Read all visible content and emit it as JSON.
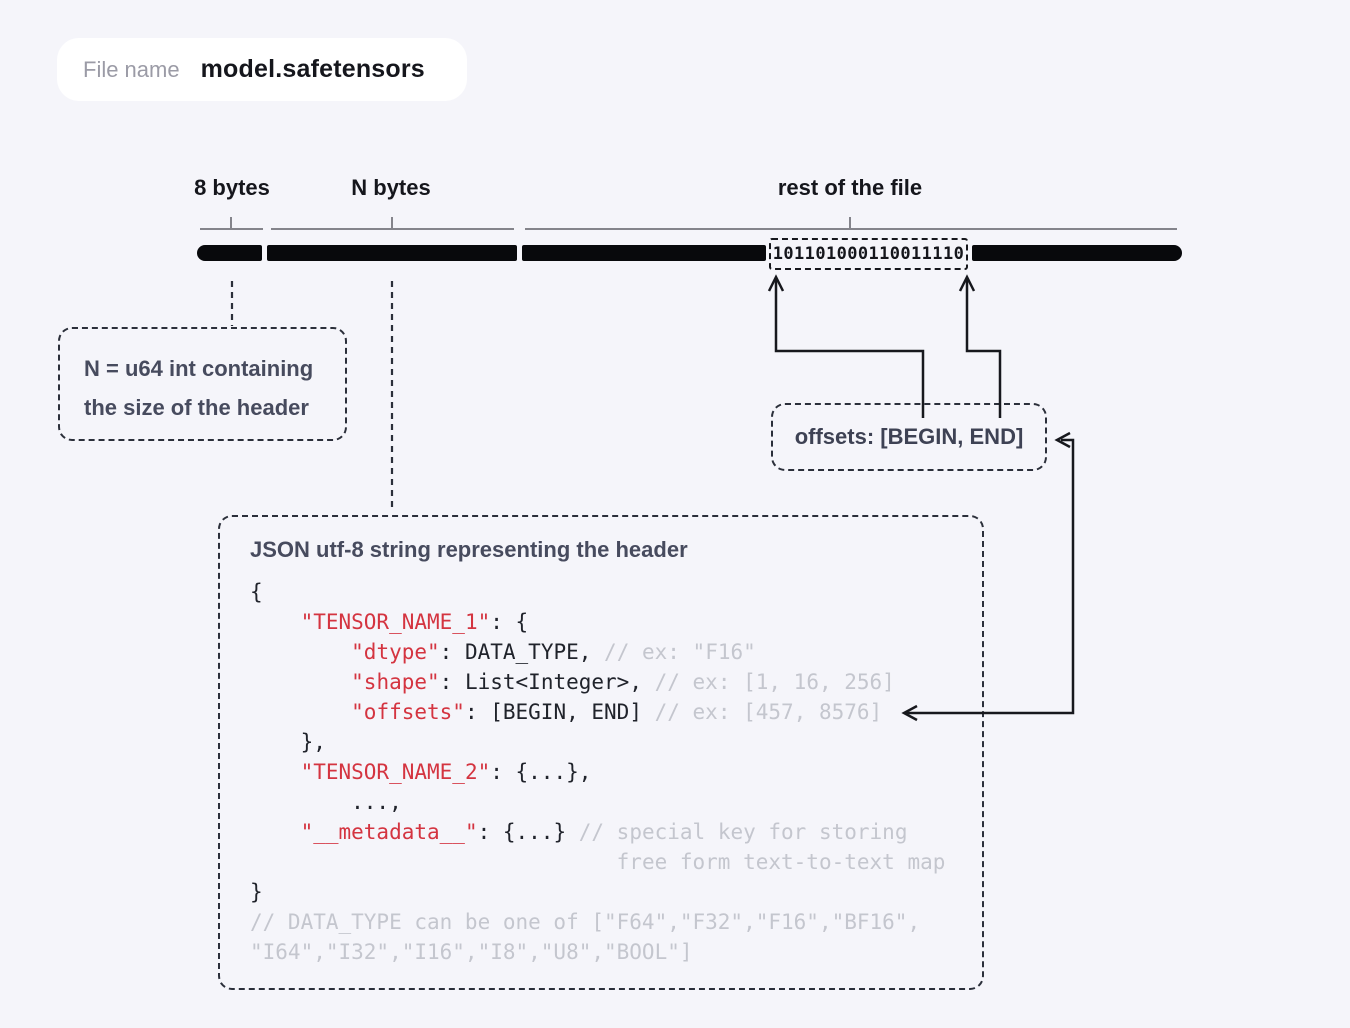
{
  "file_pill": {
    "label": "File name",
    "value": "model.safetensors"
  },
  "segments": {
    "bytes8_label": "8 bytes",
    "bytesN_label": "N bytes",
    "rest_label": "rest of the file",
    "binary_string": "101101000110011110"
  },
  "notes": {
    "n_u64_line1": "N = u64 int containing",
    "n_u64_line2": "the size of the header",
    "offsets_label": "offsets: [BEGIN, END]"
  },
  "json_box": {
    "title": "JSON utf-8 string representing the header",
    "code_lines": [
      {
        "segments": [
          {
            "text": "{",
            "style": "dark"
          }
        ]
      },
      {
        "segments": [
          {
            "text": "    ",
            "style": "dark"
          },
          {
            "text": "\"TENSOR_NAME_1\"",
            "style": "red"
          },
          {
            "text": ": {",
            "style": "dark"
          }
        ]
      },
      {
        "segments": [
          {
            "text": "        ",
            "style": "dark"
          },
          {
            "text": "\"dtype\"",
            "style": "red"
          },
          {
            "text": ": DATA_TYPE, ",
            "style": "dark"
          },
          {
            "text": "// ex: \"F16\"",
            "style": "gray"
          }
        ]
      },
      {
        "segments": [
          {
            "text": "        ",
            "style": "dark"
          },
          {
            "text": "\"shape\"",
            "style": "red"
          },
          {
            "text": ": List<Integer>, ",
            "style": "dark"
          },
          {
            "text": "// ex: [1, 16, 256]",
            "style": "gray"
          }
        ]
      },
      {
        "segments": [
          {
            "text": "        ",
            "style": "dark"
          },
          {
            "text": "\"offsets\"",
            "style": "red"
          },
          {
            "text": ": [BEGIN, END] ",
            "style": "dark"
          },
          {
            "text": "// ex: [457, 8576]",
            "style": "gray"
          }
        ]
      },
      {
        "segments": [
          {
            "text": "    },",
            "style": "dark"
          }
        ]
      },
      {
        "segments": [
          {
            "text": "    ",
            "style": "dark"
          },
          {
            "text": "\"TENSOR_NAME_2\"",
            "style": "red"
          },
          {
            "text": ": {...},",
            "style": "dark"
          }
        ]
      },
      {
        "segments": [
          {
            "text": "        ...,",
            "style": "dark"
          }
        ]
      },
      {
        "segments": [
          {
            "text": "    ",
            "style": "dark"
          },
          {
            "text": "\"__metadata__\"",
            "style": "red"
          },
          {
            "text": ": {...} ",
            "style": "dark"
          },
          {
            "text": "// special key for storing",
            "style": "gray"
          }
        ]
      },
      {
        "segments": [
          {
            "text": "                             ",
            "style": "dark"
          },
          {
            "text": "free form text-to-text map",
            "style": "gray"
          }
        ]
      },
      {
        "segments": [
          {
            "text": "}",
            "style": "dark"
          }
        ]
      },
      {
        "segments": [
          {
            "text": "// DATA_TYPE can be one of [\"F64\",\"F32\",\"F16\",\"BF16\",",
            "style": "gray"
          }
        ]
      },
      {
        "segments": [
          {
            "text": "\"I64\",\"I32\",\"I16\",\"I8\",\"U8\",\"BOOL\"]",
            "style": "gray"
          }
        ]
      }
    ]
  },
  "colors": {
    "background": "#f5f5fa",
    "bar": "#08090c",
    "measure_line": "#84848b",
    "note_text": "#474b5e",
    "code_key_red": "#d43440",
    "code_dark": "#20232b",
    "code_comment": "#c4c6ce"
  }
}
